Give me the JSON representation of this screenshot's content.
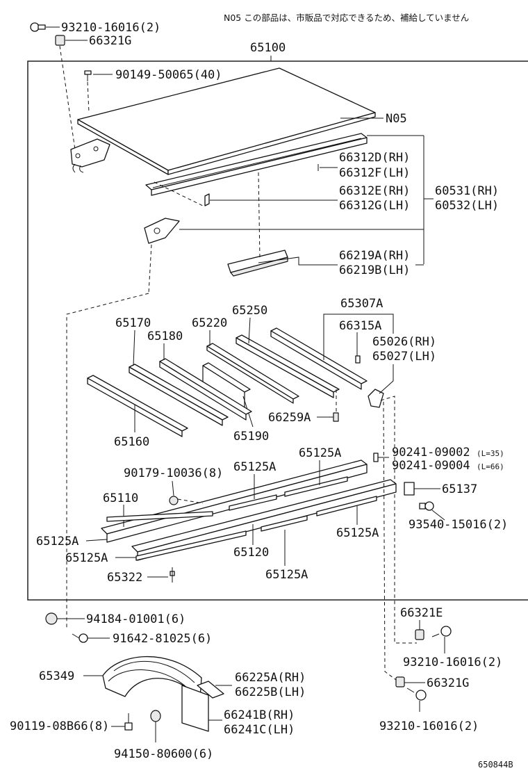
{
  "note": "N05  この部品は、市販品で対応できるため、補給していません",
  "assembly_label": "65100",
  "figure_code": "650844B",
  "labels": {
    "l_93210_top": "93210-16016(2)",
    "l_66321G_top": "66321G",
    "l_90149": "90149-50065(40)",
    "l_N05": "N05",
    "l_66312D": "66312D(RH)",
    "l_66312F": "66312F(LH)",
    "l_66312E": "66312E(RH)",
    "l_66312G": "66312G(LH)",
    "l_60531": "60531(RH)",
    "l_60532": "60532(LH)",
    "l_66219A": "66219A(RH)",
    "l_66219B": "66219B(LH)",
    "l_65307A": "65307A",
    "l_66315A": "66315A",
    "l_65026": "65026(RH)",
    "l_65027": "65027(LH)",
    "l_65250": "65250",
    "l_65220": "65220",
    "l_65170": "65170",
    "l_65180": "65180",
    "l_65160": "65160",
    "l_65190": "65190",
    "l_66259A": "66259A",
    "l_90241a": "90241-09002",
    "l_90241a_len": "(L=35)",
    "l_90241b": "90241-09004",
    "l_90241b_len": "(L=66)",
    "l_65125A_1": "65125A",
    "l_65125A_2": "65125A",
    "l_65125A_3": "65125A",
    "l_65125A_4": "65125A",
    "l_65125A_5": "65125A",
    "l_65125A_6": "65125A",
    "l_90179": "90179-10036(8)",
    "l_65110": "65110",
    "l_65137": "65137",
    "l_93540": "93540-15016(2)",
    "l_65120": "65120",
    "l_65322": "65322",
    "l_94184": "94184-01001(6)",
    "l_91642": "91642-81025(6)",
    "l_66321E": "66321E",
    "l_93210_mid": "93210-16016(2)",
    "l_65349": "65349",
    "l_66225A": "66225A(RH)",
    "l_66225B": "66225B(LH)",
    "l_66321G_bot": "66321G",
    "l_66241B": "66241B(RH)",
    "l_66241C": "66241C(LH)",
    "l_90119": "90119-08B66(8)",
    "l_93210_bot": "93210-16016(2)",
    "l_94150": "94150-80600(6)"
  }
}
